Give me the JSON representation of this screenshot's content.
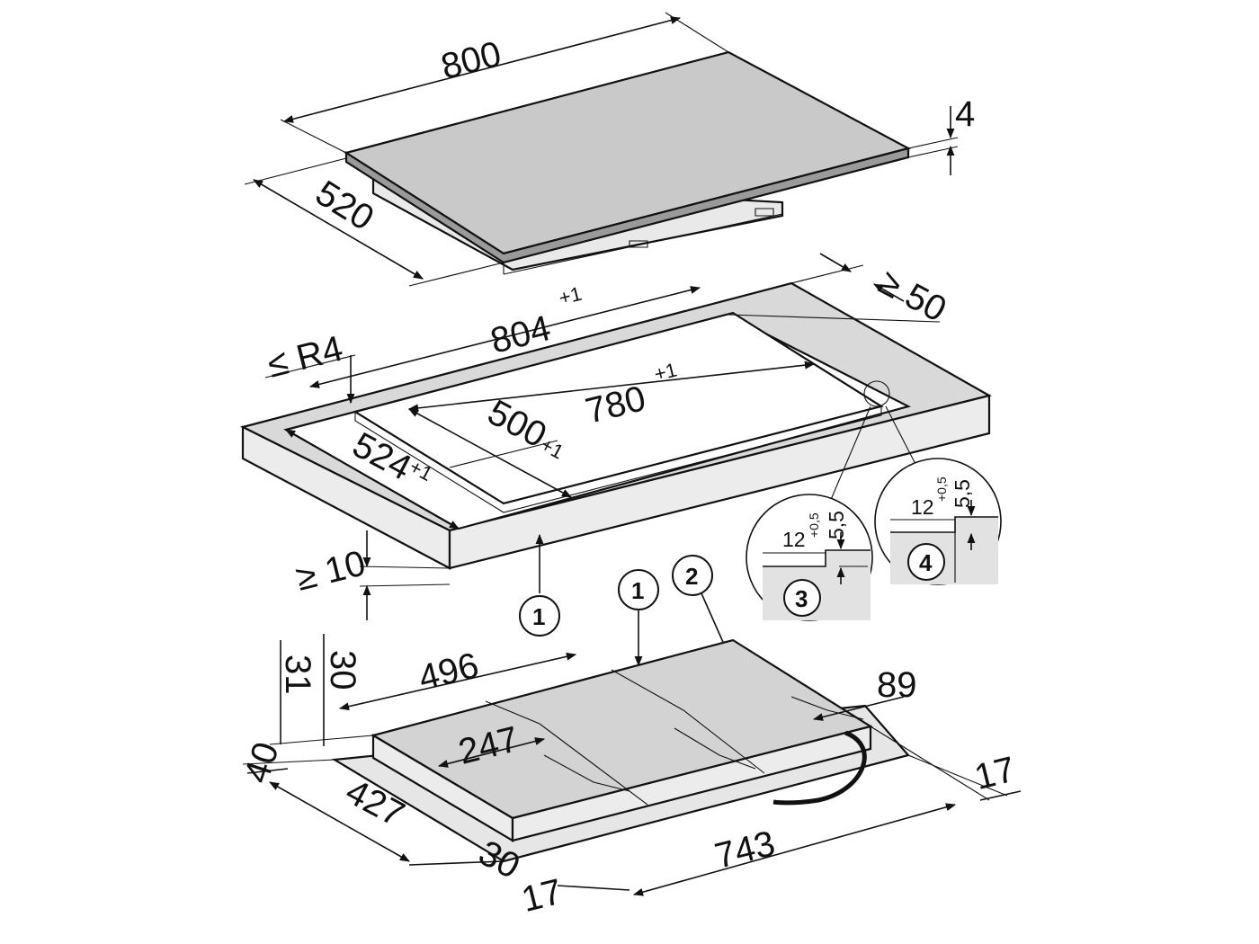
{
  "colors": {
    "glass": "#c9c9c9",
    "worktop": "#d9d9d9",
    "hob_body": "#cfcfcf",
    "line": "#111111",
    "cable": "#111111"
  },
  "top_hob": {
    "width": "800",
    "depth": "520",
    "thickness": "4"
  },
  "cutout": {
    "outer_length": "804",
    "outer_length_tol": "+1",
    "inner_length": "780",
    "inner_length_tol": "+1",
    "inner_depth": "500",
    "inner_depth_tol": "+1",
    "outer_depth": "524",
    "outer_depth_tol": "+1",
    "radius": "≤ R4",
    "back_gap": "≥ 50",
    "worktop_thickness": "≥ 10"
  },
  "details": [
    {
      "number": "3",
      "width": "12",
      "depth": "5,5",
      "tol": "+0,5"
    },
    {
      "number": "4",
      "width": "12",
      "depth": "5,5",
      "tol": "+0,5"
    }
  ],
  "callouts": [
    "1",
    "1",
    "2"
  ],
  "bottom_hob": {
    "dim_31": "31",
    "dim_30_top": "30",
    "dim_40": "40",
    "dim_496": "496",
    "dim_247": "247",
    "dim_89": "89",
    "dim_17_right": "17",
    "dim_427": "427",
    "dim_743": "743",
    "dim_30_bottom": "30",
    "dim_17_bottom": "17"
  }
}
